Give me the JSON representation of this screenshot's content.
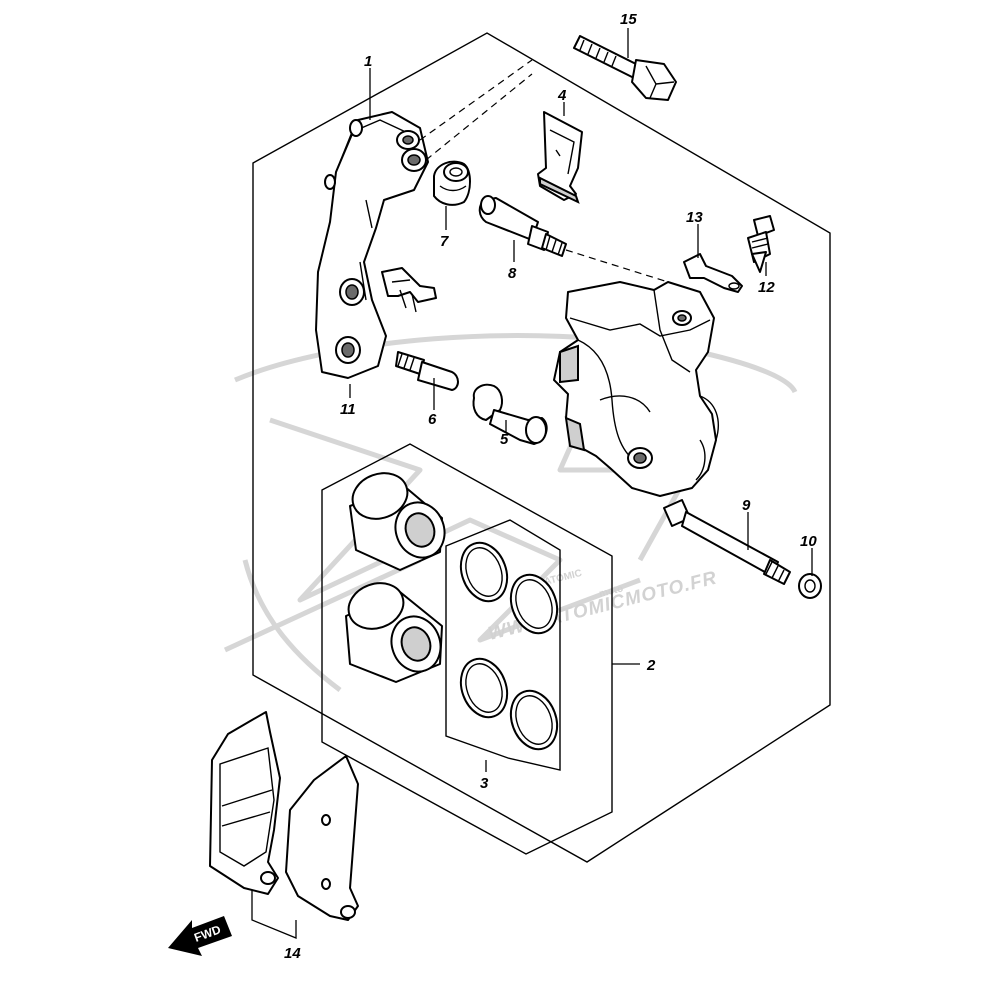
{
  "diagram": {
    "callouts": [
      "1",
      "2",
      "3",
      "4",
      "5",
      "6",
      "7",
      "8",
      "9",
      "10",
      "11",
      "12",
      "13",
      "14",
      "15"
    ],
    "direction_label": "FWD",
    "watermark": {
      "brand": "ATOMIC",
      "sub": "moto",
      "url": "WWW.ATOMICMOTO.FR"
    }
  }
}
